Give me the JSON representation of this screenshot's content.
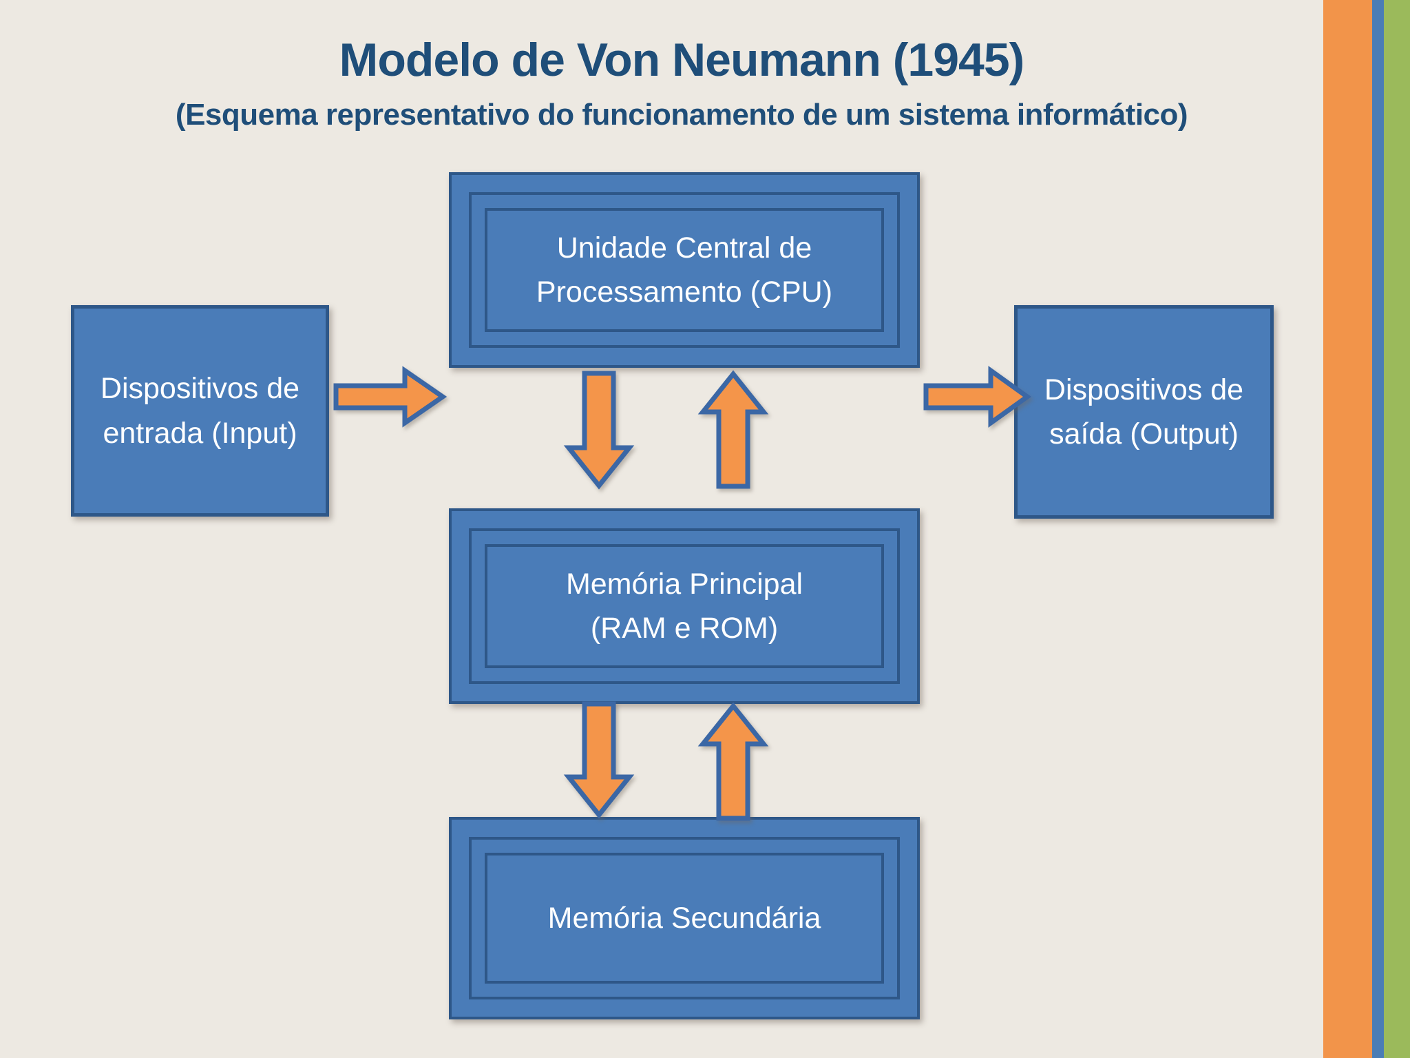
{
  "header": {
    "title": "Modelo de Von Neumann (1945)",
    "subtitle": "(Esquema representativo do funcionamento de um sistema informático)"
  },
  "nodes": {
    "cpu": {
      "line1": "Unidade Central de",
      "line2": "Processamento (CPU)"
    },
    "input": {
      "line1": "Dispositivos de",
      "line2": "entrada (Input)"
    },
    "output": {
      "line1": "Dispositivos de",
      "line2": "saída (Output)"
    },
    "main_memory": {
      "line1": "Memória Principal",
      "line2": "(RAM e ROM)"
    },
    "secondary_memory": {
      "line1": "Memória Secundária"
    }
  },
  "arrows": [
    {
      "name": "input-to-cpu",
      "direction": "right"
    },
    {
      "name": "cpu-to-output",
      "direction": "right"
    },
    {
      "name": "cpu-to-main-memory",
      "direction": "down"
    },
    {
      "name": "main-memory-to-cpu",
      "direction": "up"
    },
    {
      "name": "main-memory-to-secondary-memory",
      "direction": "down"
    },
    {
      "name": "secondary-memory-to-main-memory",
      "direction": "up"
    }
  ],
  "colors": {
    "background": "#EDE9E2",
    "box_fill": "#4A7CB8",
    "box_border": "#2E5788",
    "box_text": "#FFFFFF",
    "title_text": "#1F4E79",
    "arrow_fill": "#F4954A",
    "arrow_border": "#3B67A5",
    "stripe_orange": "#F2944A",
    "stripe_blue": "#4A7DB5",
    "stripe_green": "#9BBA5B"
  }
}
